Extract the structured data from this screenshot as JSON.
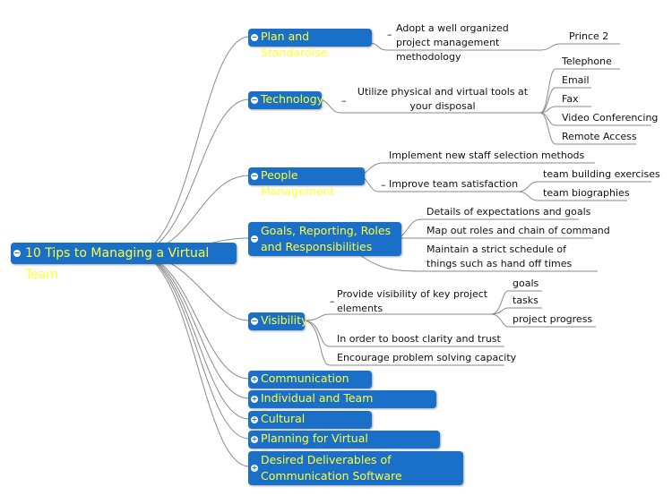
{
  "root": {
    "label": "10 Tips to Managing a Virtual Team",
    "toggle": "−"
  },
  "branches": {
    "plan": {
      "label": "Plan and Standardise",
      "toggle": "−"
    },
    "tech": {
      "label": "Technology",
      "toggle": "−"
    },
    "people": {
      "label": "People Management",
      "toggle": "−"
    },
    "goals": {
      "label": "Goals, Reporting, Roles and Responsibilities",
      "toggle": "−"
    },
    "vis": {
      "label": "Visibility",
      "toggle": "−"
    },
    "comm": {
      "label": "Communication Style",
      "toggle": "+"
    },
    "indiv": {
      "label": "Individual and Team Development",
      "toggle": "+"
    },
    "cult": {
      "label": "Cultural Differences",
      "toggle": "+"
    },
    "planvc": {
      "label": "Planning for Virtual Communication",
      "toggle": "+"
    },
    "deliv": {
      "label": "Desired Deliverables of Communication Software",
      "toggle": "+"
    }
  },
  "topics": {
    "plan_sub": "Adopt a well organized project management methodology",
    "prince2": "Prince 2",
    "tech_sub": "Utilize physical and virtual tools at your disposal",
    "telephone": "Telephone",
    "email": "Email",
    "fax": "Fax",
    "video": "Video Conferencing",
    "remote": "Remote Access",
    "staff": "Implement new staff selection methods",
    "satisfaction": "Improve team satisfaction",
    "teambuilding": "team building exercises",
    "biographies": "team biographies",
    "expectations": "Details of expectations and goals",
    "roles": "Map out roles and chain of command",
    "schedule": "Maintain a strict schedule of things such as hand off times",
    "provide": "Provide visibility of key project elements",
    "goals": "goals",
    "tasks": "tasks",
    "progress": "project progress",
    "clarity": "In order to boost clarity and trust",
    "problem": "Encourage problem solving capacity"
  },
  "dash": "–",
  "colors": {
    "node_fill": "#1a6fc8",
    "node_text": "#ffff33",
    "connector": "#888888"
  }
}
